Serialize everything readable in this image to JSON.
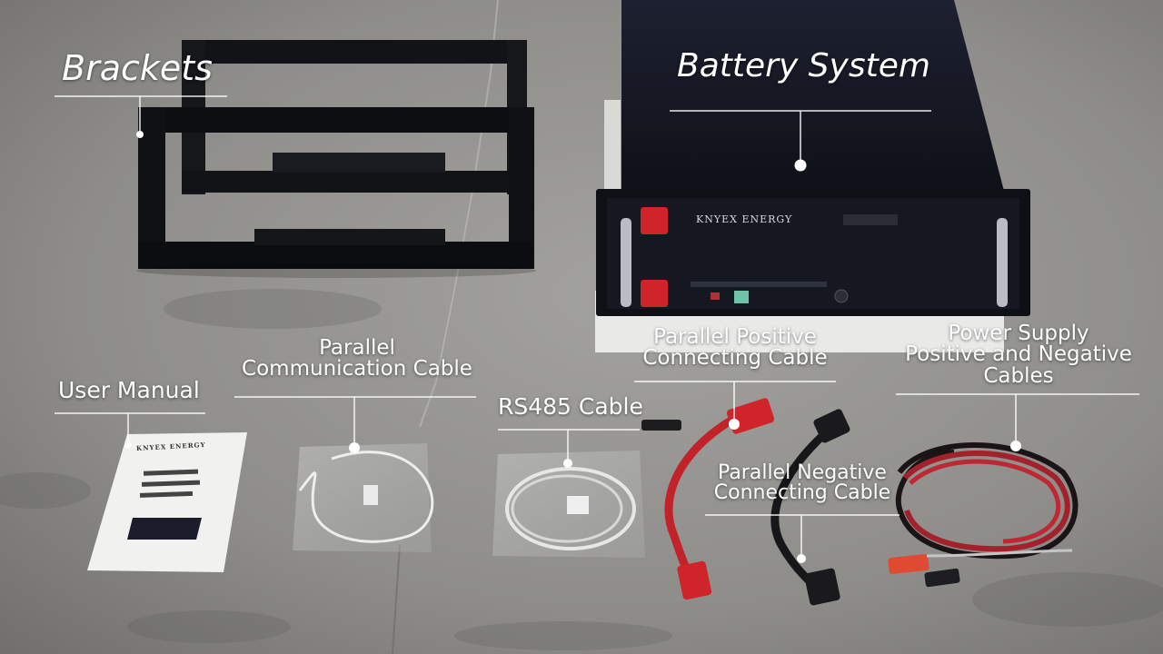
{
  "labels": {
    "brackets": "Brackets",
    "battery_system": "Battery System",
    "user_manual": "User Manual",
    "parallel_comm_cable": [
      "Parallel",
      "Communication Cable"
    ],
    "rs485_cable": "RS485 Cable",
    "parallel_positive": [
      "Parallel Positive",
      "Connecting Cable"
    ],
    "power_supply": [
      "Power Supply",
      "Positive and Negative",
      "Cables"
    ],
    "parallel_negative": [
      "Parallel Negative",
      "Connecting Cable"
    ]
  },
  "branding": {
    "battery_front": "KNYEX ENERGY",
    "manual_cover": "KNYEX ENERGY"
  },
  "colors": {
    "floor": "#8f8e8c",
    "battery_body": "#141720",
    "red_terminal": "#d0242b",
    "label_text": "#ffffff"
  }
}
